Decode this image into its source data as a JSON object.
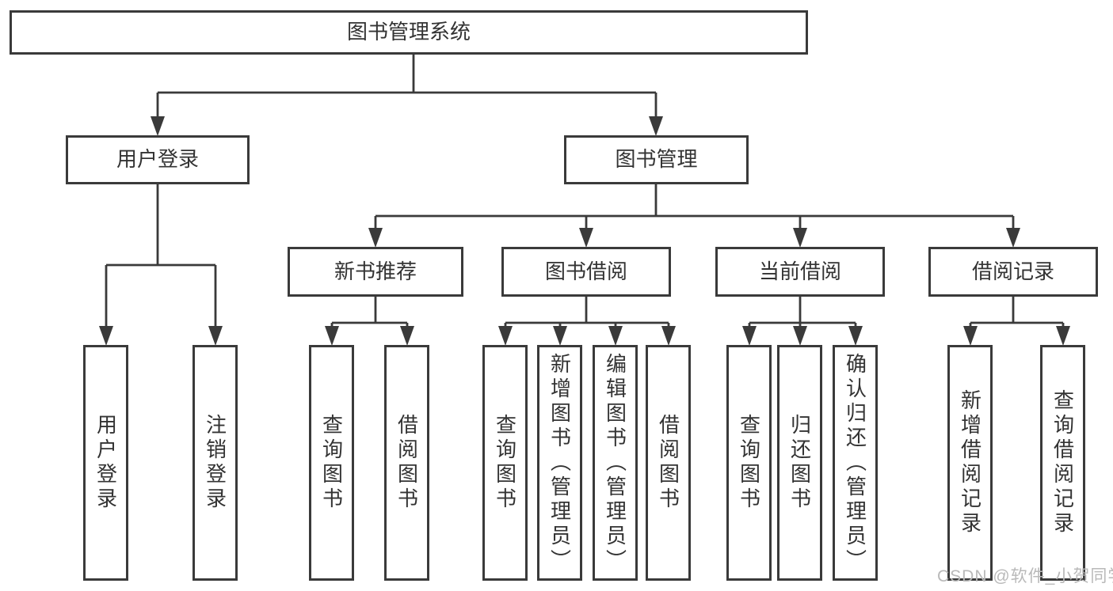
{
  "diagram": {
    "title": "图书管理系统",
    "tree": {
      "label": "图书管理系统",
      "children": [
        {
          "label": "用户登录",
          "children": [
            {
              "label": "用户登录"
            },
            {
              "label": "注销登录"
            }
          ]
        },
        {
          "label": "图书管理",
          "children": [
            {
              "label": "新书推荐",
              "children": [
                {
                  "label": "查询图书"
                },
                {
                  "label": "借阅图书"
                }
              ]
            },
            {
              "label": "图书借阅",
              "children": [
                {
                  "label": "查询图书"
                },
                {
                  "label": "新增图书（管理员）"
                },
                {
                  "label": "编辑图书（管理员）"
                },
                {
                  "label": "借阅图书"
                }
              ]
            },
            {
              "label": "当前借阅",
              "children": [
                {
                  "label": "查询图书"
                },
                {
                  "label": "归还图书"
                },
                {
                  "label": "确认归还（管理员）"
                }
              ]
            },
            {
              "label": "借阅记录",
              "children": [
                {
                  "label": "新增借阅记录"
                },
                {
                  "label": "查询借阅记录"
                }
              ]
            }
          ]
        }
      ]
    },
    "colors": {
      "line": "#3a3a3a",
      "box_border": "#3a3a3a",
      "text": "#333333",
      "background": "#ffffff",
      "watermark_text": "#b9b9b9"
    }
  },
  "watermark": {
    "text": "CSDN @软件_小贺同学"
  }
}
